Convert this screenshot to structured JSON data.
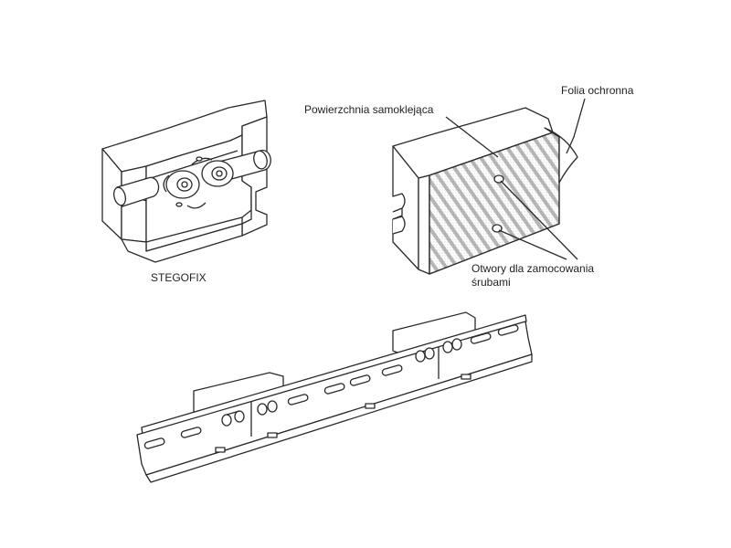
{
  "labels": {
    "stegofix": "STEGOFIX",
    "self_adhesive_surface": "Powierzchnia samoklejąca",
    "protective_foil": "Folia ochronna",
    "screw_holes_line1": "Otwory dla zamocowania",
    "screw_holes_line2": "śrubami"
  },
  "colors": {
    "line": "#2a2a2a",
    "fill": "#ffffff",
    "hatch": "#8a8a8a",
    "text": "#222222"
  }
}
